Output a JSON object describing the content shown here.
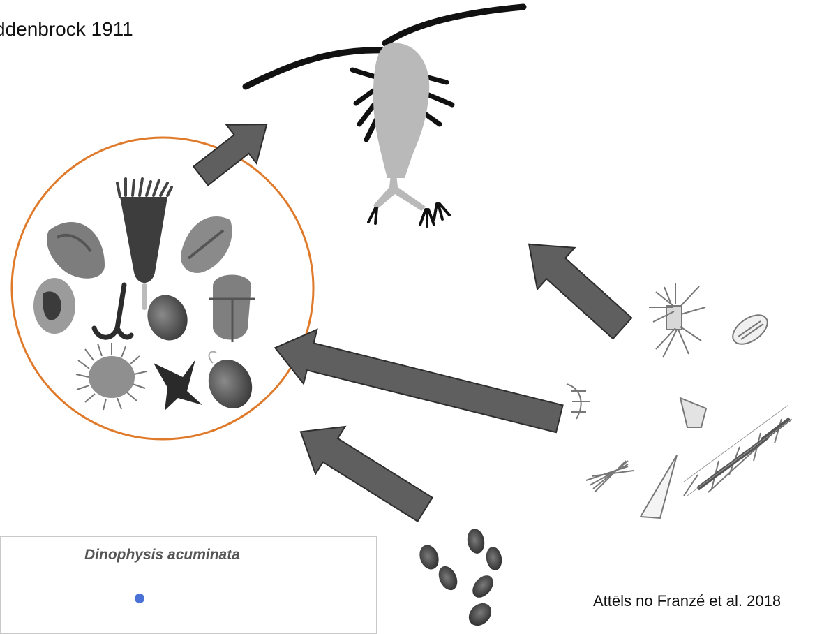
{
  "captions": {
    "top": "ddenbrock 1911",
    "bottom": "Attēls no Franzé et al. 2018"
  },
  "inset": {
    "species_label": "Dinophysis acuminata",
    "dot_color": "#4a72d6"
  },
  "colors": {
    "circle_outline": "#e07a2b",
    "arrow_fill": "#5f5f5f",
    "arrow_stroke": "#2e2e2e",
    "copepod_body": "#b9b9b9",
    "copepod_limbs": "#111111"
  },
  "icons": [
    "copepod-icon",
    "ciliate-icon",
    "diatom-icon",
    "dinoflagellate-icon",
    "picoplankton-icon"
  ]
}
